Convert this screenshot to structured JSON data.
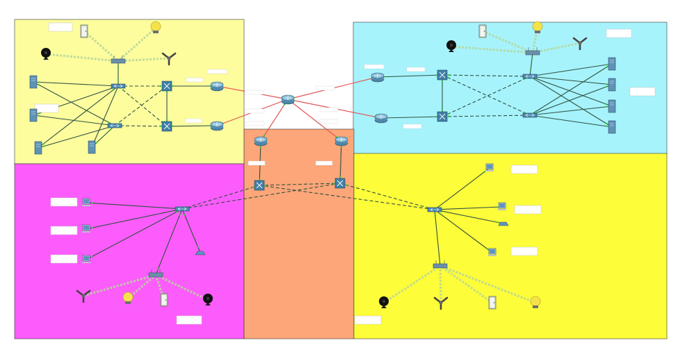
{
  "zones": [
    {
      "id": "top-left",
      "color": "#fdfd9e"
    },
    {
      "id": "top-right",
      "color": "#a6f3fc"
    },
    {
      "id": "bottom-left",
      "color": "#fc5cfc"
    },
    {
      "id": "center",
      "color": "#fca679"
    },
    {
      "id": "bottom-right",
      "color": "#fdfd3a"
    }
  ],
  "devices": [],
  "links": [],
  "notes": []
}
